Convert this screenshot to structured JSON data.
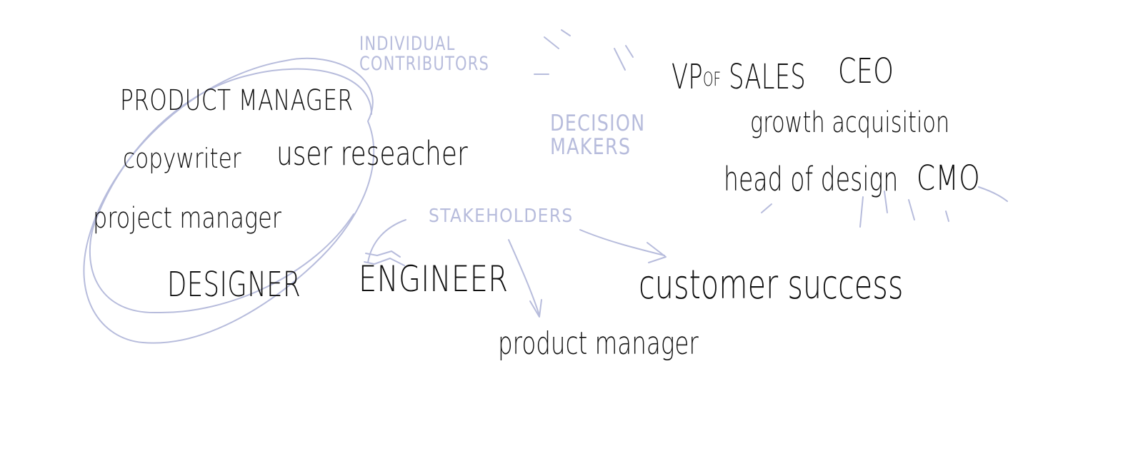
{
  "colors": {
    "ink": "#111111",
    "accent": "#b7bcdc"
  },
  "notes": {
    "individual_contributors": "INDIVIDUAL\nCONTRIBUTORS",
    "decision_makers": "DECISION\nMAKERS",
    "stakeholders": "STAKEHOLDERS"
  },
  "roles": {
    "product_manager_caps": "PRODUCT MANAGER",
    "copywriter": "copywriter",
    "user_researcher": "user reseacher",
    "project_manager": "project manager",
    "designer": "DESIGNER",
    "engineer": "ENGINEER",
    "customer_success": "customer success",
    "product_manager": "product manager",
    "vp_of_sales_vp": "VP",
    "vp_of_sales_of": "OF",
    "vp_of_sales_sales": "SALES",
    "ceo": "CEO",
    "growth_acquisition": "growth acquisition",
    "head_of_design": "head of design",
    "cmo": "CMO"
  },
  "icons": {
    "ic_ellipse": "hand-drawn-ellipse-icon",
    "stakeholder_arrows": "hand-drawn-arrow-icon",
    "decision_spark": "spark-lines-icon"
  }
}
